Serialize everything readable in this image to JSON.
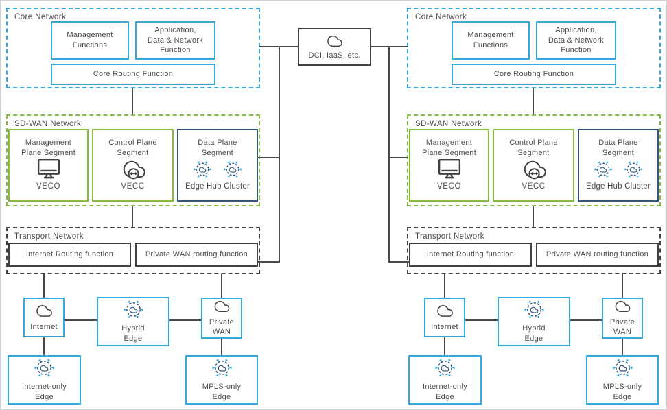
{
  "colors": {
    "accent_blue": "#35a8dc",
    "accent_green": "#84bd41",
    "accent_navy": "#33567f",
    "line_dark": "#414042"
  },
  "center": {
    "dci_label": "DCI, IaaS, etc."
  },
  "side": {
    "core": {
      "title": "Core Network",
      "management_functions": "Management\nFunctions",
      "app_data_network": "Application,\nData & Network\nFunction",
      "core_routing": "Core Routing Function"
    },
    "sdwan": {
      "title": "SD-WAN Network",
      "management_plane": {
        "title": "Management\nPlane Segment",
        "label": "VECO"
      },
      "control_plane": {
        "title": "Control Plane\nSegment",
        "label": "VECC"
      },
      "data_plane": {
        "title": "Data Plane\nSegment",
        "label": "Edge Hub Cluster"
      }
    },
    "transport": {
      "title": "Transport Network",
      "internet_routing": "Internet Routing function",
      "private_wan_routing": "Private WAN routing function"
    },
    "access": {
      "internet": "Internet",
      "hybrid_edge": "Hybrid\nEdge",
      "private_wan": "Private\nWAN",
      "internet_only_edge": "Internet-only\nEdge",
      "mpls_only_edge": "MPLS-only\nEdge"
    }
  },
  "icons": {
    "cloud": "cloud-icon",
    "monitor": "monitor-icon",
    "cloud_sync": "cloud-sync-icon",
    "edge_cluster": "edge-cluster-icon"
  }
}
